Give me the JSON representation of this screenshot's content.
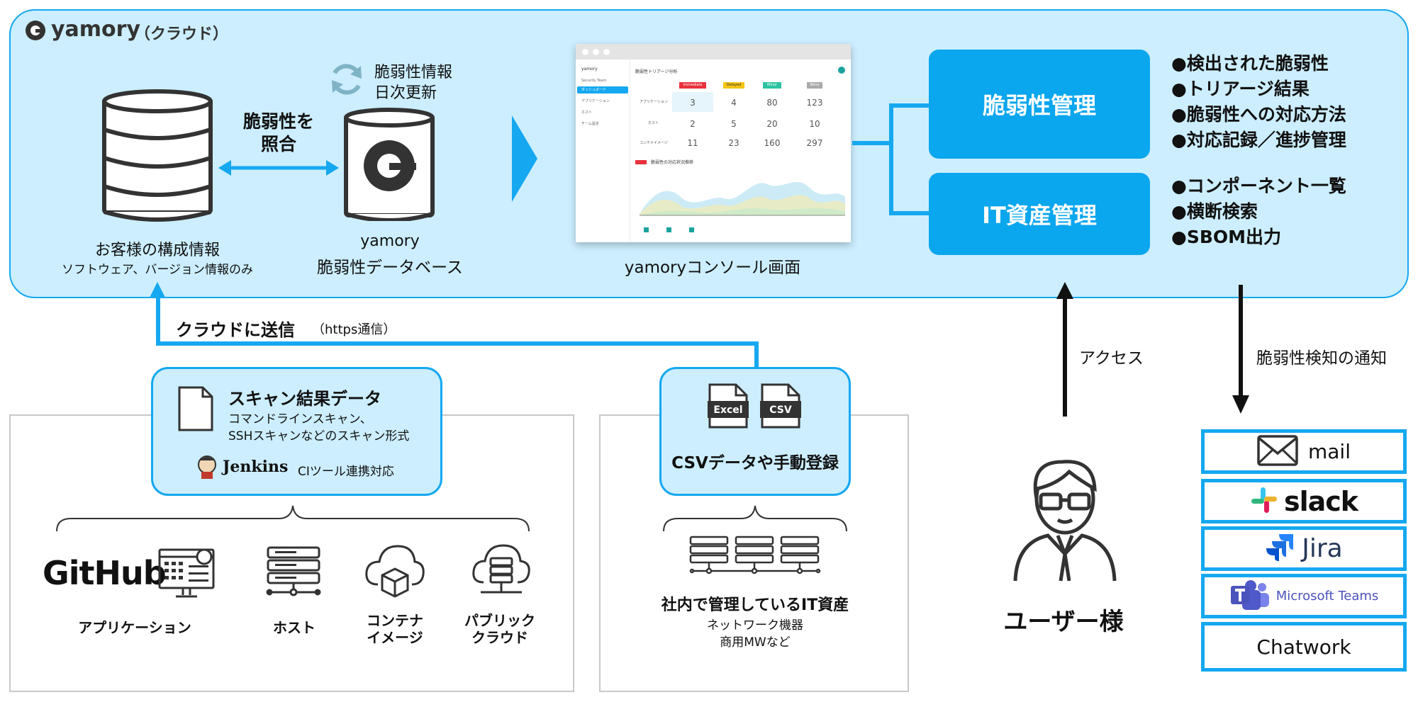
{
  "cloud": {
    "brand": "yamory",
    "brand_suffix": "（クラウド）",
    "customer_db": {
      "title": "お客様の構成情報",
      "subtitle": "ソフトウェア、バージョン情報のみ"
    },
    "match_label_1": "脆弱性を",
    "match_label_2": "照合",
    "update_label_1": "脆弱性情報",
    "update_label_2": "日次更新",
    "vuln_db": {
      "title": "yamory",
      "subtitle": "脆弱性データベース"
    },
    "console_caption": "yamoryコンソール画面",
    "console": {
      "title": "脆弱性トリアージ分析",
      "sidebar_items": [
        "Security Team",
        "ダッシュボード",
        "アプリケーション",
        "ホスト",
        "チーム設定"
      ],
      "columns": [
        "Immediate",
        "Delayed",
        "Minor",
        "None"
      ],
      "rows": [
        {
          "label": "アプリケーション",
          "values": [
            "3",
            "4",
            "80",
            "123"
          ]
        },
        {
          "label": "ホスト",
          "values": [
            "2",
            "5",
            "20",
            "10"
          ]
        },
        {
          "label": "コンテナイメージ",
          "values": [
            "11",
            "23",
            "160",
            "297"
          ]
        }
      ],
      "chart_title": "脆弱性の対応状況推移"
    },
    "vuln_mgmt_label": "脆弱性管理",
    "it_asset_label": "IT資産管理",
    "vuln_mgmt_bullets": [
      "●検出された脆弱性",
      "●トリアージ結果",
      "●脆弱性への対応方法",
      "●対応記録／進捗管理"
    ],
    "it_asset_bullets": [
      "●コンポーネント一覧",
      "●横断検索",
      "●SBOM出力"
    ]
  },
  "send": {
    "label": "クラウドに送信",
    "sub": "（https通信）"
  },
  "scan": {
    "title": "スキャン結果データ",
    "desc_1": "コマンドラインスキャン、",
    "desc_2": "SSHスキャンなどのスキャン形式",
    "jenkins": "Jenkins",
    "ci_label": "CIツール連携対応"
  },
  "csv": {
    "excel_label": "Excel",
    "csv_label": "CSV",
    "title": "CSVデータや手動登録"
  },
  "sources": {
    "github": "GitHub",
    "app_label": "アプリケーション",
    "host_label": "ホスト",
    "container_label_1": "コンテナ",
    "container_label_2": "イメージ",
    "public_label_1": "パブリック",
    "public_label_2": "クラウド"
  },
  "it_assets": {
    "title": "社内で管理しているIT資産",
    "sub_1": "ネットワーク機器",
    "sub_2": "商用MWなど"
  },
  "user": {
    "access_label": "アクセス",
    "name": "ユーザー様"
  },
  "notify": {
    "label": "脆弱性検知の通知",
    "items": [
      "mail",
      "slack",
      "Jira",
      "Microsoft Teams",
      "Chatwork"
    ]
  },
  "colors": {
    "accent": "#0aa6ee",
    "panel": "#cceeff"
  }
}
